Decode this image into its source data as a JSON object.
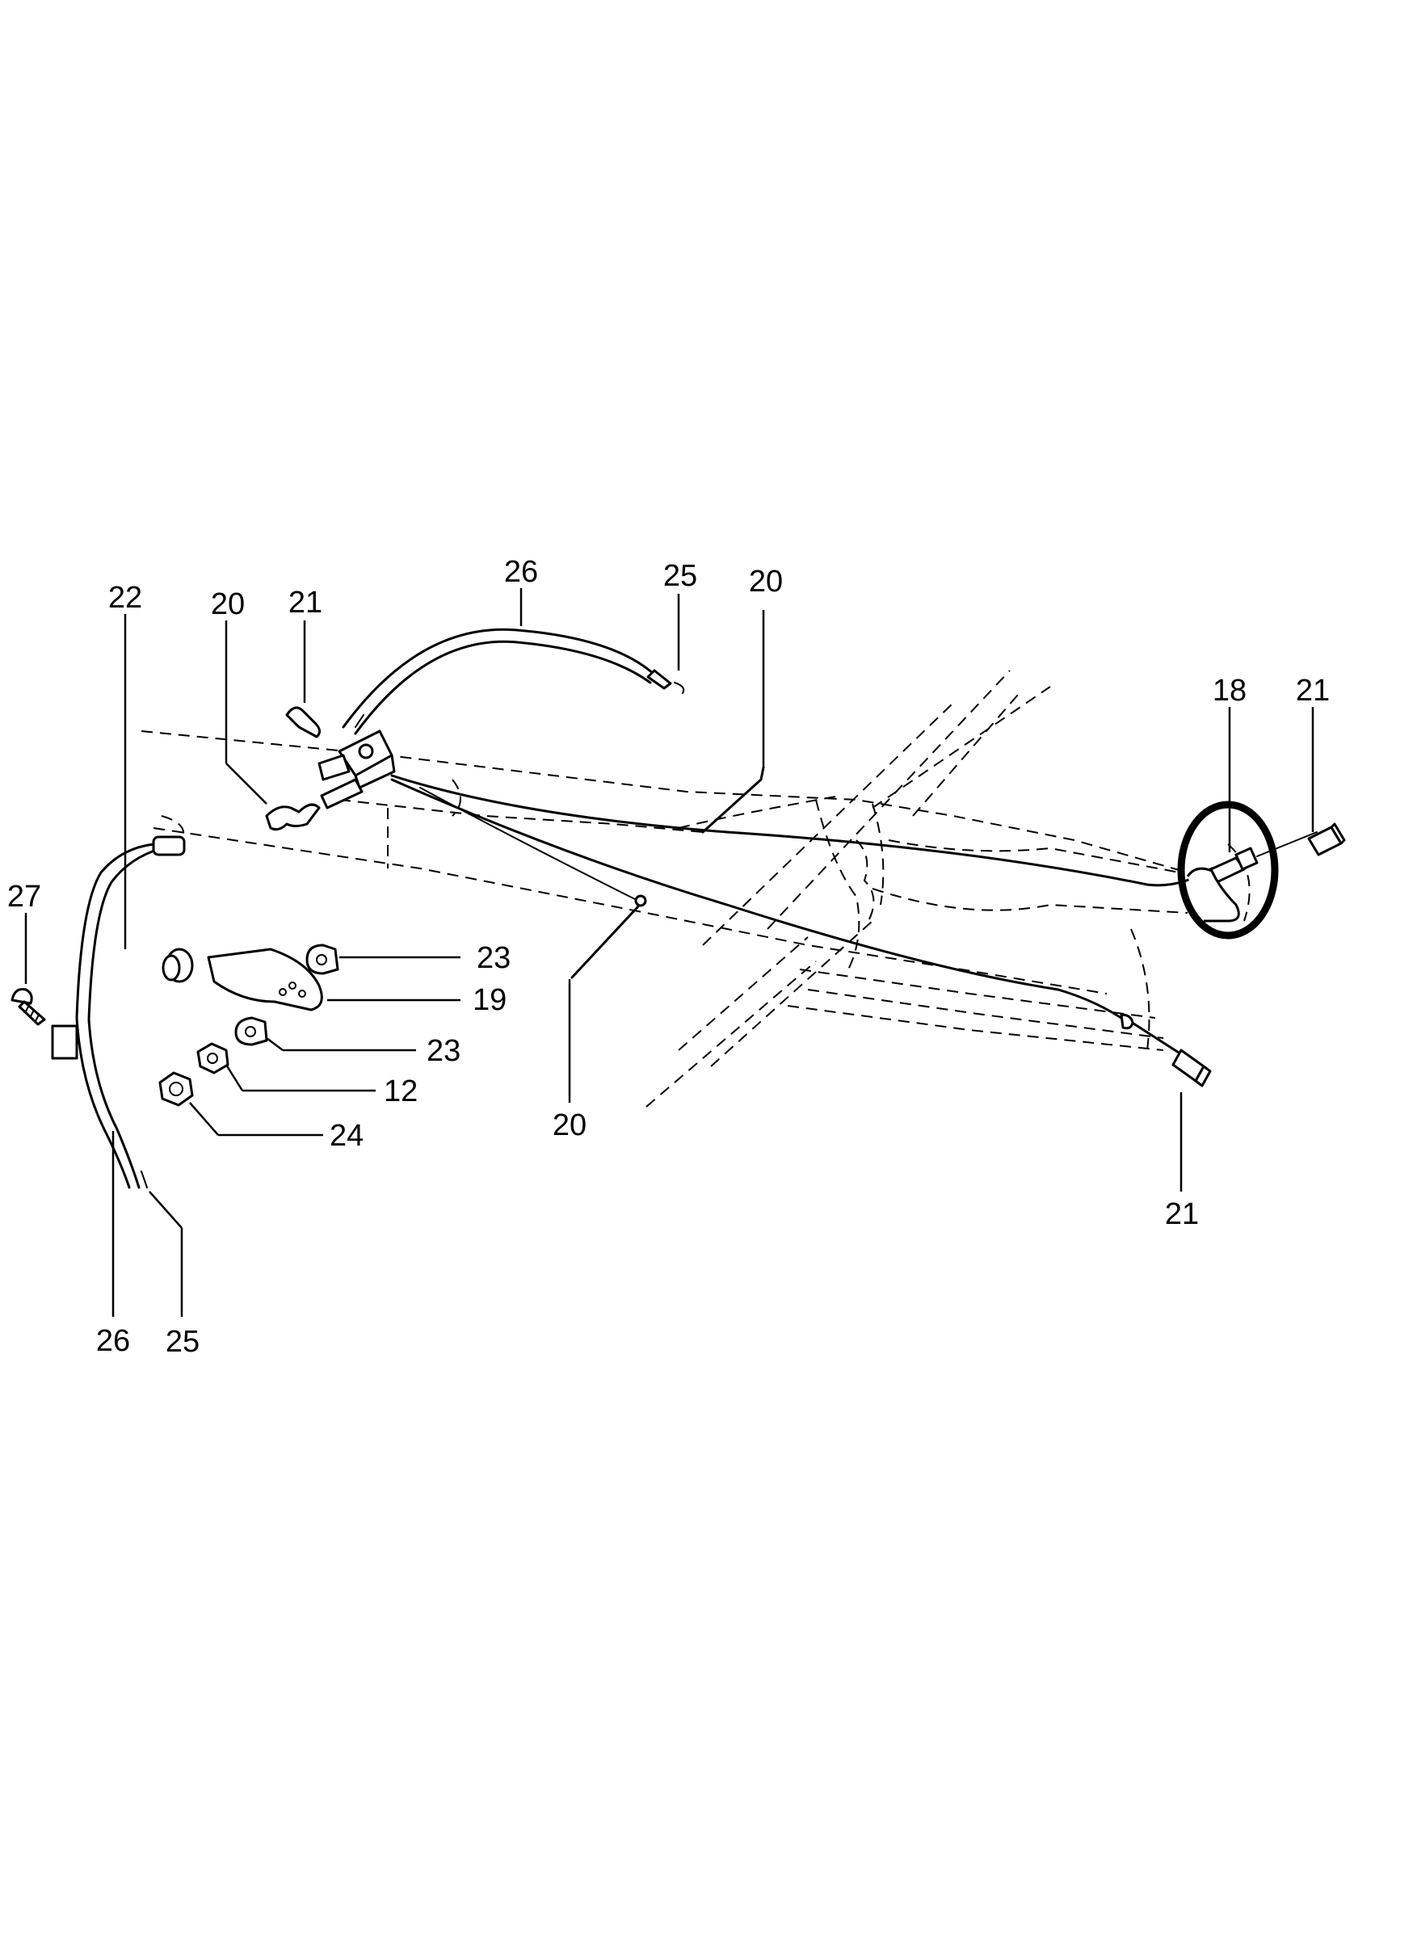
{
  "callouts": [
    {
      "id": "c26-top",
      "text": "26"
    },
    {
      "id": "c25-top",
      "text": "25"
    },
    {
      "id": "c20-topright",
      "text": "20"
    },
    {
      "id": "c22",
      "text": "22"
    },
    {
      "id": "c20-topleft",
      "text": "20"
    },
    {
      "id": "c21-topleft",
      "text": "21"
    },
    {
      "id": "c18",
      "text": "18"
    },
    {
      "id": "c21-right",
      "text": "21"
    },
    {
      "id": "c27",
      "text": "27"
    },
    {
      "id": "c23-a",
      "text": "23"
    },
    {
      "id": "c19",
      "text": "19"
    },
    {
      "id": "c23-b",
      "text": "23"
    },
    {
      "id": "c12",
      "text": "12"
    },
    {
      "id": "c24",
      "text": "24"
    },
    {
      "id": "c20-mid",
      "text": "20"
    },
    {
      "id": "c21-bottom",
      "text": "21"
    },
    {
      "id": "c26-bottom",
      "text": "26"
    },
    {
      "id": "c25-bottom",
      "text": "25"
    }
  ],
  "highlight": {
    "part": "18"
  }
}
